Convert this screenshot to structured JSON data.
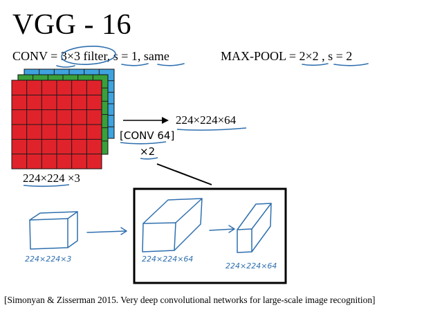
{
  "title": "VGG - 16",
  "conv_params": {
    "label": "CONV = ",
    "filter": "3×3 filter",
    "sep1": ", ",
    "stride": "s = 1",
    "sep2": ", ",
    "padding": "same"
  },
  "pool_params": {
    "label": "MAX-POOL = ",
    "size": "2×2",
    "sep": " , ",
    "stride": "s = 2"
  },
  "input_volume": {
    "label": "224×224 ×3",
    "layer_colors": [
      "#3fa3df",
      "#3aa03a",
      "#e0232b"
    ]
  },
  "conv_block": {
    "label": "[CONV 64]",
    "repeat": "×2",
    "output": "224×224×64"
  },
  "sketches": {
    "input_label": "224×224×3",
    "mid_label": "224×224×64",
    "pool_label": "224×224×64"
  },
  "colors": {
    "ink": "#2e6fae",
    "grid": "#1a1a1a"
  },
  "citation": "[Simonyan & Zisserman 2015. Very deep convolutional networks for large-scale image recognition]"
}
